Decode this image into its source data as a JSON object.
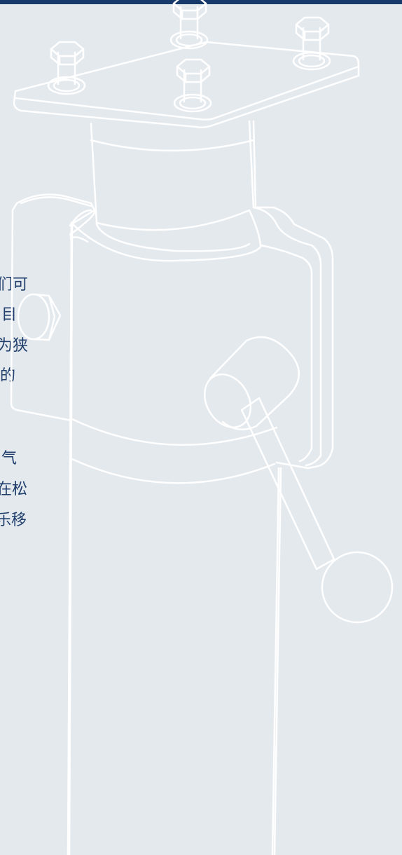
{
  "colors": {
    "background": "#E4E9EE",
    "top_bar": "#173A6A",
    "line_art": "#FFFFFF",
    "text": "#1F3E6B"
  },
  "illustration": {
    "icon": "machine-post-with-mounting-plate-and-clamp-lever-icon"
  },
  "text_fragments": [
    "们可",
    "目",
    "为狭",
    "的",
    "气",
    "在松",
    "乐移"
  ]
}
